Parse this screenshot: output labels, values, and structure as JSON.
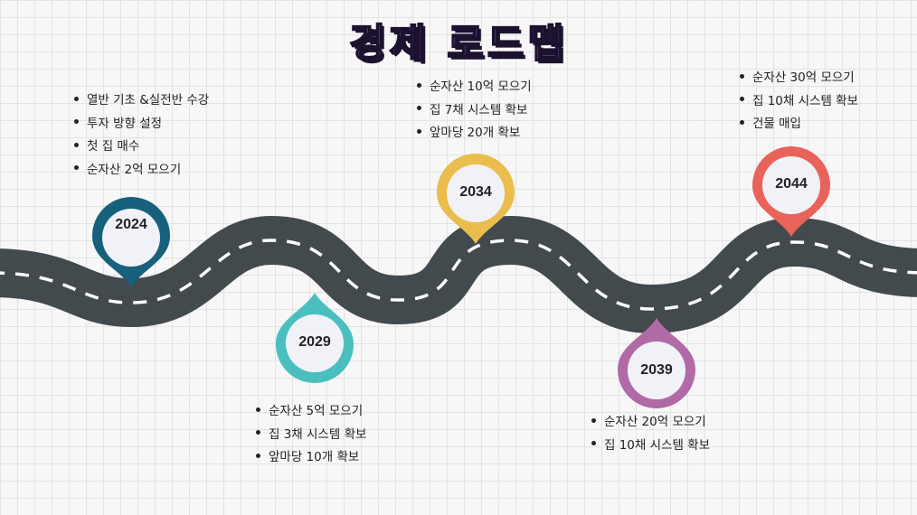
{
  "title": "경제 로드맵",
  "milestones": [
    {
      "year": "2024",
      "color": "#17617d",
      "items": [
        "열반 기초 &실전반 수강",
        "투자 방향 설정",
        "첫 집 매수",
        "순자산 2억 모으기"
      ]
    },
    {
      "year": "2029",
      "color": "#4bbfc0",
      "items": [
        "순자산 5억 모으기",
        "집 3채 시스템 확보",
        "앞마당 10개 확보"
      ]
    },
    {
      "year": "2034",
      "color": "#eabd4d",
      "items": [
        "순자산 10억 모으기",
        "집 7채 시스템 확보",
        "앞마당 20개 확보"
      ]
    },
    {
      "year": "2039",
      "color": "#b06aa6",
      "items": [
        "순자산 20억 모으기",
        "집 10채 시스템 확보"
      ]
    },
    {
      "year": "2044",
      "color": "#e8645a",
      "items": [
        "순자산 30억 모으기",
        "집 10채 시스템 확보",
        "건물 매입"
      ]
    }
  ],
  "colors": {
    "road": "#434a4d",
    "road_dash": "#ffffff",
    "pin_inner": "#f1f2f8"
  }
}
